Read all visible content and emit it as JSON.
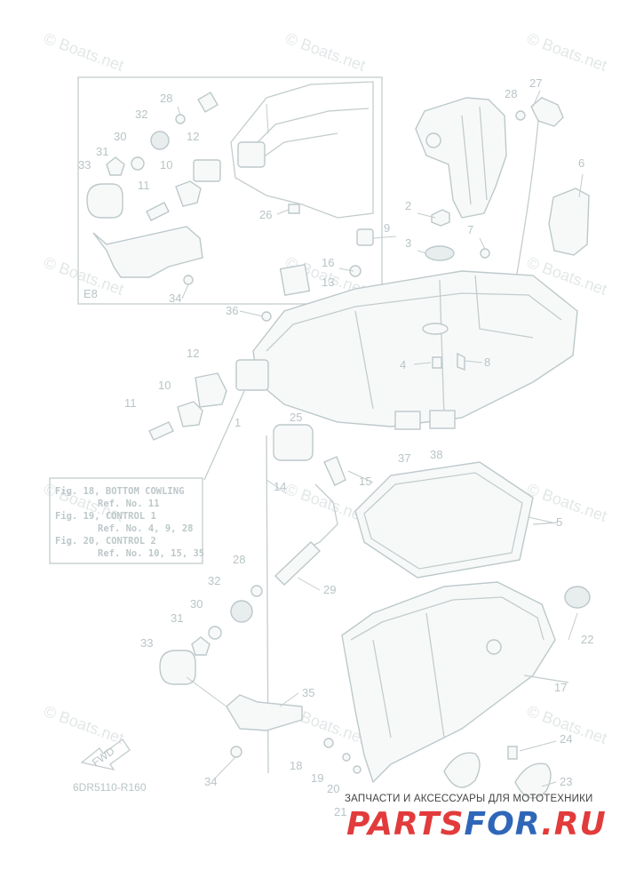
{
  "watermarks": [
    "© Boats.net",
    "© Boats.net",
    "© Boats.net",
    "© Boats.net",
    "© Boats.net",
    "© Boats.net",
    "© Boats.net",
    "© Boats.net",
    "© Boats.net",
    "© Boats.net",
    "© Boats.net",
    "© Boats.net"
  ],
  "inset_label": "E8",
  "callouts": [
    "28",
    "32",
    "30",
    "12",
    "31",
    "10",
    "33",
    "11",
    "26",
    "34",
    "27",
    "28",
    "6",
    "2",
    "9",
    "3",
    "7",
    "16",
    "13",
    "36",
    "12",
    "10",
    "11",
    "1",
    "4",
    "8",
    "25",
    "37",
    "38",
    "14",
    "15",
    "5",
    "28",
    "32",
    "29",
    "30",
    "31",
    "33",
    "22",
    "17",
    "35",
    "24",
    "18",
    "19",
    "20",
    "21",
    "23",
    "34"
  ],
  "note_lines": [
    "Fig. 18, BOTTOM COWLING",
    "Ref. No. 11",
    "Fig. 19, CONTROL 1",
    "Ref. No. 4, 9, 28",
    "Fig. 20, CONTROL 2",
    "Ref. No. 10, 15, 35"
  ],
  "fwd_label": "FWD",
  "diagram_code": "6DR5110-R160",
  "brand": {
    "subtitle": "ЗАПЧАСТИ И АКСЕССУАРЫ ДЛЯ МОТОТЕХНИКИ",
    "name_part1": "PARTS",
    "name_part2": "FOR",
    "name_part3": ".RU"
  },
  "colors": {
    "line": "#c3cccd",
    "text": "#b9c4c6",
    "brand_red": "#e23b3b",
    "brand_blue": "#2f66b8"
  }
}
